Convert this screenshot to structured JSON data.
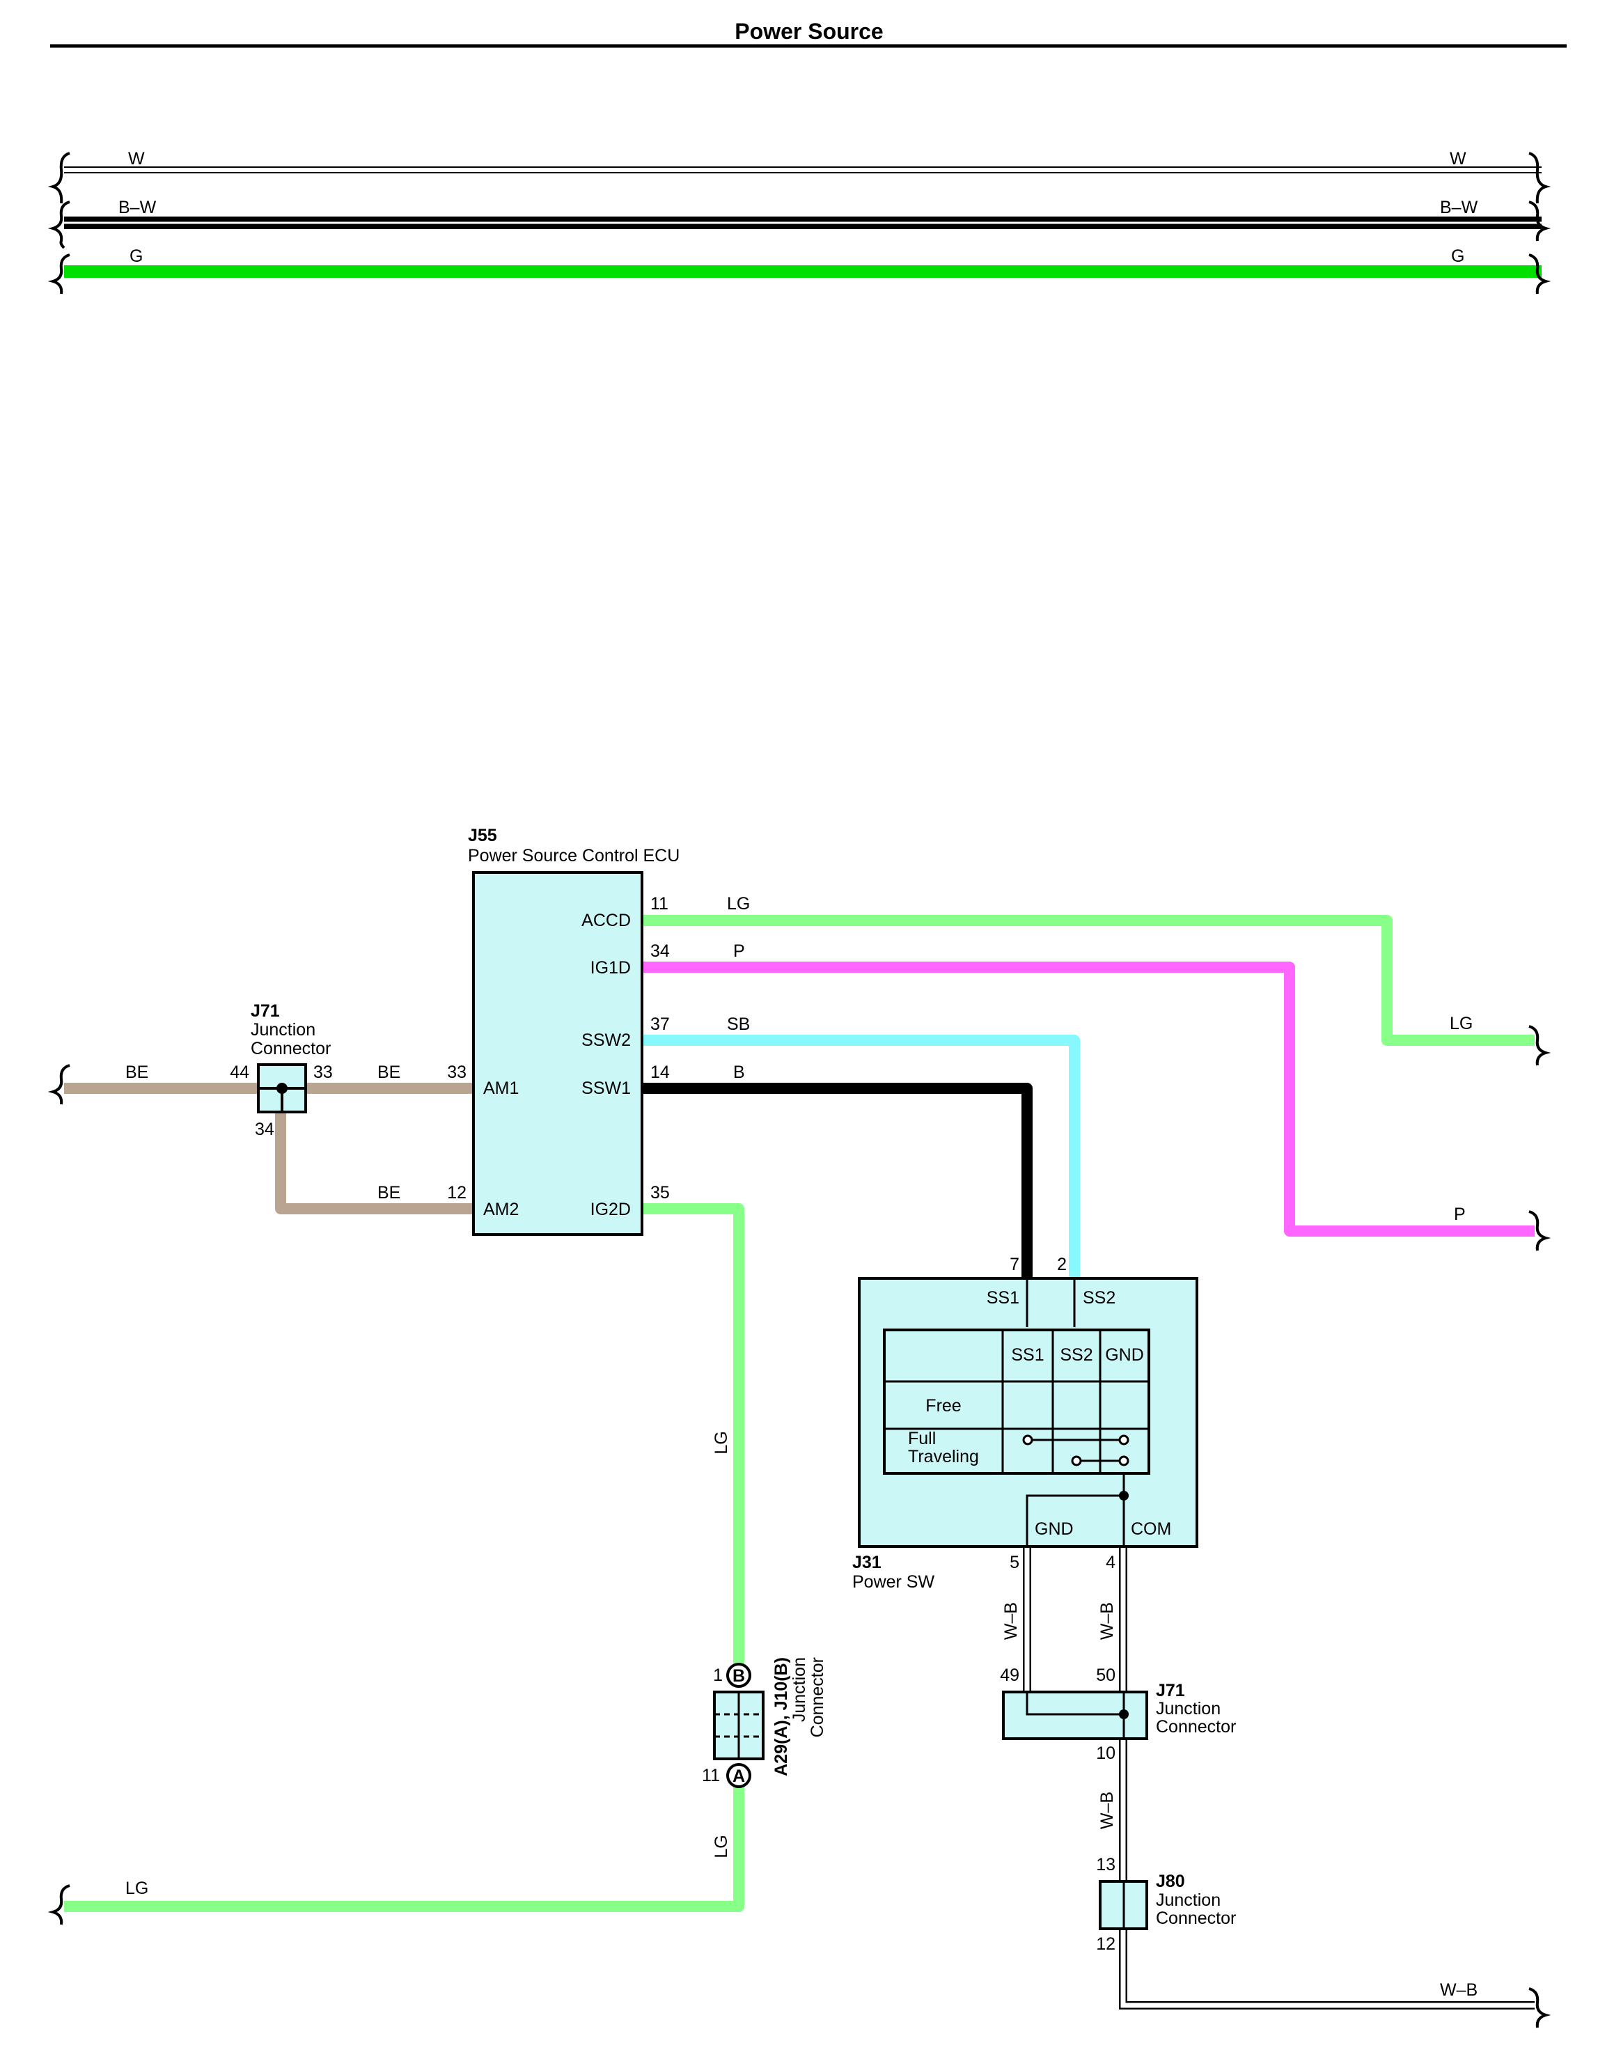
{
  "header": {
    "title": "Power Source"
  },
  "colors": {
    "W": "#ffffff",
    "B-W": "#000000",
    "G": "#00e000",
    "LG": "#88ff88",
    "P": "#ff66ff",
    "SB": "#88f8ff",
    "B": "#000000",
    "BE": "#b8a490",
    "W-B": "#ffffff",
    "component_fill": "#ccf7f7"
  },
  "bus_wires": [
    {
      "color": "W",
      "label_left": "W",
      "label_right": "W"
    },
    {
      "color": "B-W",
      "label_left": "B–W",
      "label_right": "B–W"
    },
    {
      "color": "G",
      "label_left": "G",
      "label_right": "G"
    }
  ],
  "components": {
    "j55": {
      "id": "J55",
      "name": "Power Source Control ECU",
      "terminals": {
        "accd": "ACCD",
        "ig1d": "IG1D",
        "ssw2": "SSW2",
        "ssw1": "SSW1",
        "am1": "AM1",
        "am2": "AM2",
        "ig2d": "IG2D"
      },
      "pins": {
        "accd": "11",
        "ig1d": "34",
        "ssw2": "37",
        "ssw1": "14",
        "am1": "33",
        "am2": "12",
        "ig2d": "35"
      }
    },
    "j71_left": {
      "id": "J71",
      "name_line1": "Junction",
      "name_line2": "Connector",
      "pins": {
        "in": "44",
        "out": "33",
        "down": "34"
      }
    },
    "j31": {
      "id": "J31",
      "name": "Power SW",
      "terminals": {
        "ss1": "SS1",
        "ss2": "SS2",
        "gnd": "GND",
        "com": "COM"
      },
      "pins": {
        "ss1": "7",
        "ss2": "2",
        "gnd": "5",
        "com": "4"
      },
      "table": {
        "headers": [
          "SS1",
          "SS2",
          "GND"
        ],
        "rows": [
          "Free",
          "Full Traveling"
        ],
        "row2_line1": "Full",
        "row2_line2": "Traveling"
      }
    },
    "j71_right": {
      "id": "J71",
      "name_line1": "Junction",
      "name_line2": "Connector",
      "pins": {
        "left": "49",
        "right": "50",
        "bottom": "10"
      }
    },
    "j80": {
      "id": "J80",
      "name_line1": "Junction",
      "name_line2": "Connector",
      "pins": {
        "top": "13",
        "bottom": "12"
      }
    },
    "a29": {
      "id": "A29(A), J10(B)",
      "name_line1": "Junction",
      "name_line2": "Connector",
      "pins": {
        "top": "1",
        "bottom": "11"
      },
      "markers": {
        "top": "B",
        "bottom": "A"
      }
    }
  },
  "wire_labels": {
    "accd": "LG",
    "accd_right": "LG",
    "ig1d": "P",
    "ig1d_right": "P",
    "ssw2": "SB",
    "ssw1": "B",
    "be_left": "BE",
    "be_mid": "BE",
    "be_am2": "BE",
    "lg_vertical_upper": "LG",
    "lg_vertical_lower": "LG",
    "lg_bottom": "LG",
    "wb_gnd": "W–B",
    "wb_com": "W–B",
    "wb_lower": "W–B",
    "wb_bottom": "W–B"
  }
}
